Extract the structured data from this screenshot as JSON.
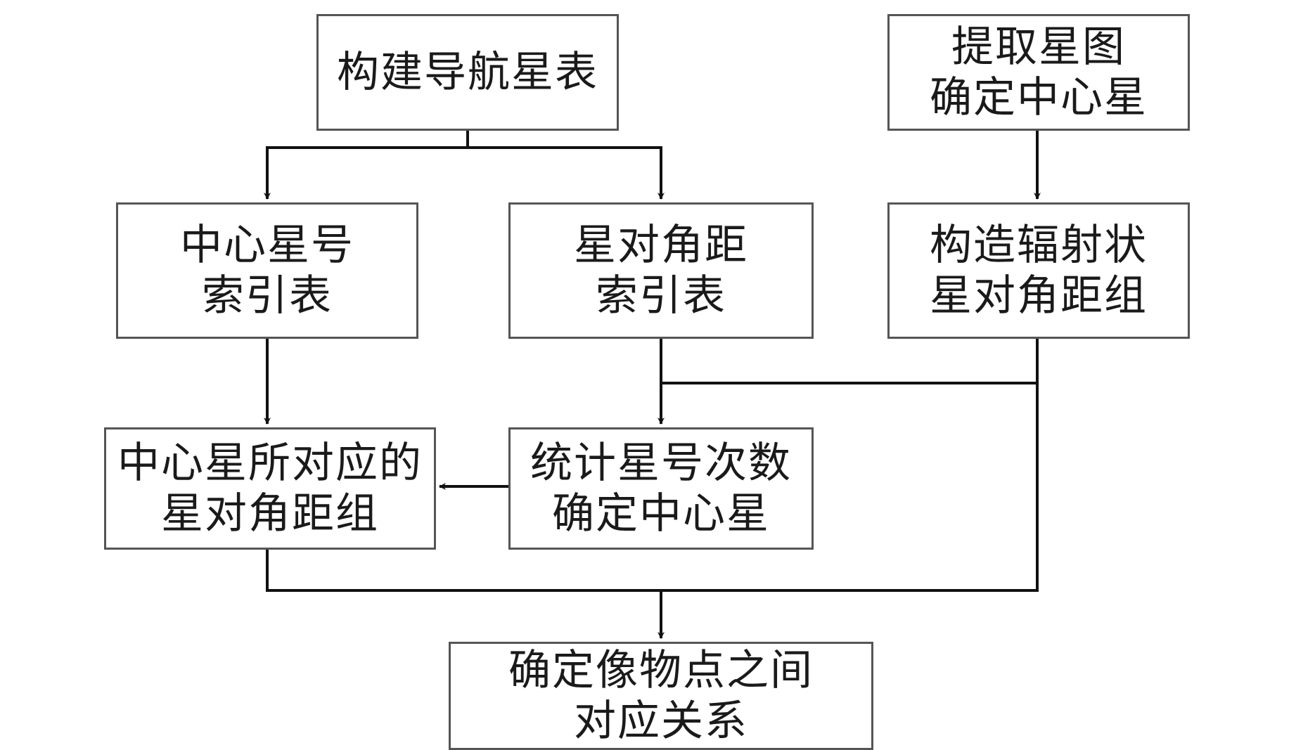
{
  "nodes": {
    "build_nav_table": {
      "lines": [
        "构建导航星表"
      ]
    },
    "extract_star_map": {
      "lines": [
        "提取星图",
        "确定中心星"
      ]
    },
    "center_star_index": {
      "lines": [
        "中心星号",
        "索引表"
      ]
    },
    "angular_distance_index": {
      "lines": [
        "星对角距",
        "索引表"
      ]
    },
    "radial_angular_groups": {
      "lines": [
        "构造辐射状",
        "星对角距组"
      ]
    },
    "center_star_groups": {
      "lines": [
        "中心星所对应的",
        "星对角距组"
      ]
    },
    "count_star_ids": {
      "lines": [
        "统计星号次数",
        "确定中心星"
      ]
    },
    "image_object_correspondence": {
      "lines": [
        "确定像物点之间",
        "对应关系"
      ]
    }
  },
  "edges": [
    {
      "from": "build_nav_table",
      "to": "center_star_index"
    },
    {
      "from": "build_nav_table",
      "to": "angular_distance_index"
    },
    {
      "from": "extract_star_map",
      "to": "radial_angular_groups"
    },
    {
      "from": "center_star_index",
      "to": "center_star_groups"
    },
    {
      "from": "angular_distance_index",
      "to": "count_star_ids"
    },
    {
      "from": "radial_angular_groups",
      "to": "count_star_ids"
    },
    {
      "from": "count_star_ids",
      "to": "center_star_groups"
    },
    {
      "from": "center_star_groups",
      "to": "image_object_correspondence"
    },
    {
      "from": "radial_angular_groups",
      "to": "image_object_correspondence"
    }
  ],
  "colors": {
    "line": "#111111",
    "border": "#555555",
    "text": "#1a1a1a"
  }
}
